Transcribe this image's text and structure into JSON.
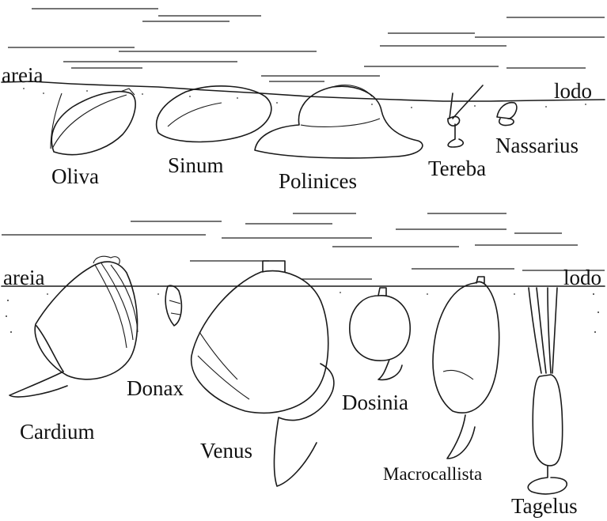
{
  "top_panel": {
    "sediment_left": "areia",
    "sediment_right": "lodo",
    "species": {
      "oliva": "Oliva",
      "sinum": "Sinum",
      "polinices": "Polinices",
      "tereba": "Tereba",
      "nassarius": "Nassarius"
    }
  },
  "bottom_panel": {
    "sediment_left": "areia",
    "sediment_right": "lodo",
    "species": {
      "cardium": "Cardium",
      "donax": "Donax",
      "venus": "Venus",
      "dosinia": "Dosinia",
      "macrocallista": "Macrocallista",
      "tagelus": "Tagelus"
    }
  },
  "colors": {
    "ink": "#1a1a1a",
    "background": "#ffffff"
  }
}
